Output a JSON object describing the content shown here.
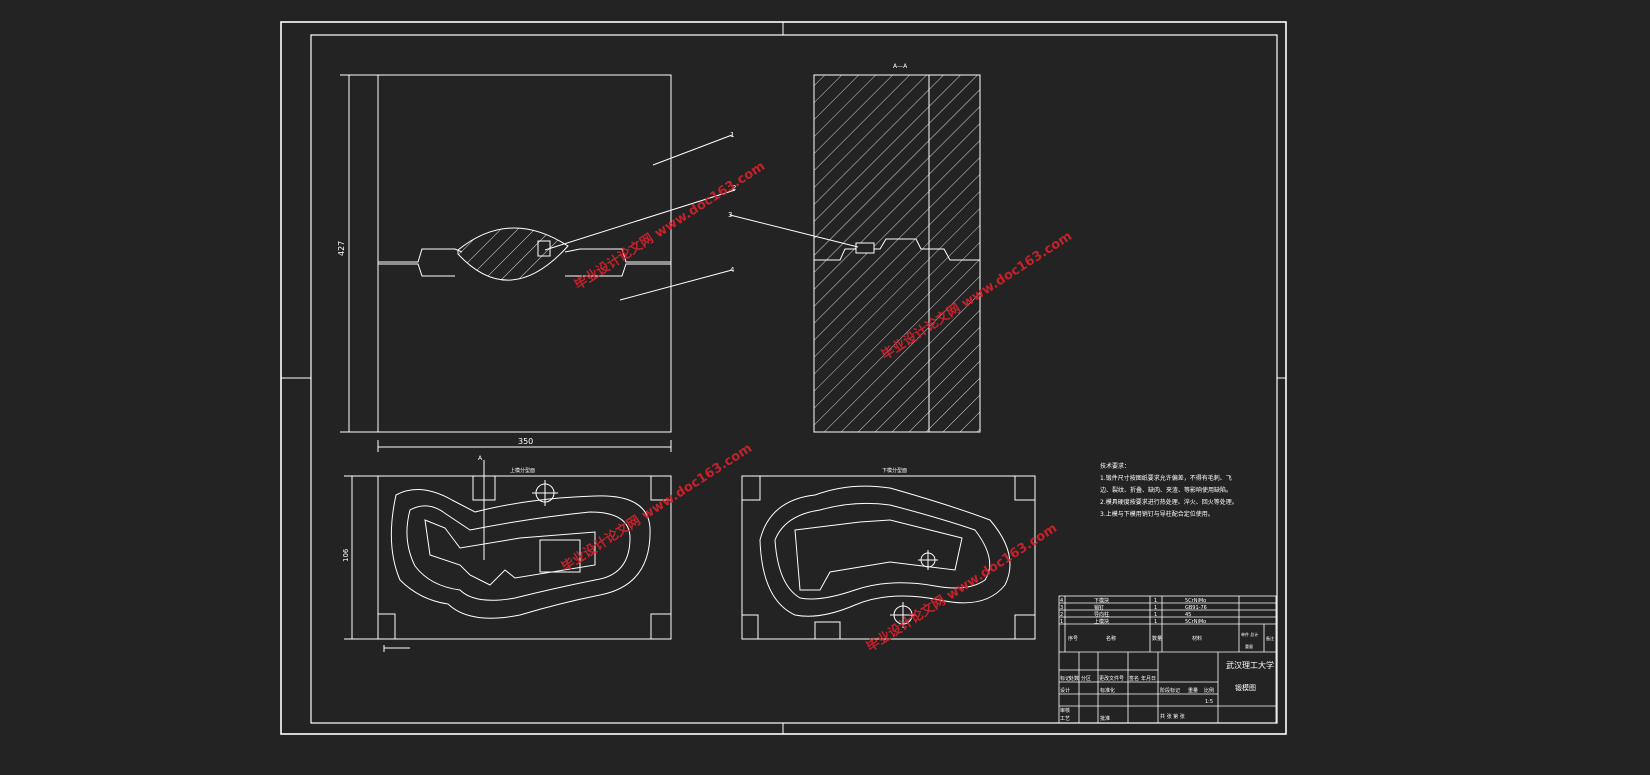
{
  "colors": {
    "background": "#232323",
    "line": "#ffffff",
    "watermark": "#d9232d"
  },
  "dimensions": {
    "top_view_height": "427",
    "top_view_width": "350",
    "bottom_left_height": "106"
  },
  "section_label": "A—A",
  "view_labels": {
    "upper_die_face": "上模分型面",
    "lower_die_face": "下模分型面"
  },
  "leaders": {
    "top_left": [
      "1",
      "2",
      "4"
    ],
    "top_right": [
      "3"
    ],
    "section_mark": "A"
  },
  "tech_requirements": {
    "title": "技术要求：",
    "lines": [
      "1.锻件尺寸按图纸要求允许偏差，不得有毛刺、飞",
      "边、裂纹、折叠、缺肉、夹渣、等影响使用缺陷。",
      "2.模具硬度按要求进行热处理、淬火、回火等处理。",
      "3.上模与下模用销钉与导柱配合定位使用。"
    ]
  },
  "parts_list": [
    {
      "no": "4",
      "name": "下模块",
      "qty": "1",
      "material": "5CrNiMo"
    },
    {
      "no": "3",
      "name": "销钉",
      "qty": "1",
      "material": "GB91-76"
    },
    {
      "no": "2",
      "name": "导向柱",
      "qty": "1",
      "material": "45"
    },
    {
      "no": "1",
      "name": "上模块",
      "qty": "1",
      "material": "5CrNiMo"
    }
  ],
  "parts_header": {
    "no": "序号",
    "name": "名称",
    "qty": "数量",
    "material": "材料",
    "single_total": "单件 总计",
    "weight": "重量",
    "remark": "备注"
  },
  "title_block": {
    "school": "武汉理工大学",
    "drawing_name": "锻模图",
    "row_labels": [
      "标记",
      "处数",
      "分区",
      "更改文件号",
      "签名",
      "年月日"
    ],
    "design_label": "设计",
    "standardization": "标准化",
    "review": "审核",
    "process": "工艺",
    "approve": "批准",
    "stage_label": "阶段标记",
    "weight_label": "重量",
    "scale_label": "比例",
    "scale_value": "1:5",
    "sheet_info": "共 张 第 张"
  },
  "watermark_text": "毕业设计论文网 www.doc163.com"
}
